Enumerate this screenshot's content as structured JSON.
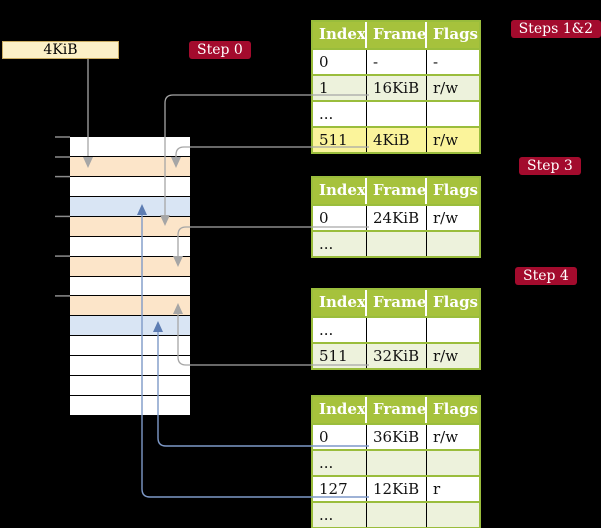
{
  "page_size_box": {
    "label": "4KiB"
  },
  "step_labels": {
    "step0": "Step 0",
    "steps12": "Steps 1&2",
    "step3": "Step 3",
    "step4": "Step 4"
  },
  "memory_stack": {
    "description": "physical memory divided into 4KiB frames",
    "rows": [
      {
        "fill": "white"
      },
      {
        "fill": "peach"
      },
      {
        "fill": "white"
      },
      {
        "fill": "blue"
      },
      {
        "fill": "peach"
      },
      {
        "fill": "white"
      },
      {
        "fill": "peach"
      },
      {
        "fill": "white"
      },
      {
        "fill": "peach"
      },
      {
        "fill": "blue"
      },
      {
        "fill": "white"
      },
      {
        "fill": "white"
      },
      {
        "fill": "white"
      },
      {
        "fill": "white"
      }
    ]
  },
  "tables": [
    {
      "id": "pt-steps12",
      "headers": [
        "Index",
        "Frame",
        "Flags"
      ],
      "rows": [
        {
          "cells": [
            "0",
            "-",
            "-"
          ],
          "tint": false,
          "highlight": false
        },
        {
          "cells": [
            "1",
            "16KiB",
            "r/w"
          ],
          "tint": true,
          "highlight": false
        },
        {
          "cells": [
            "...",
            "",
            ""
          ],
          "tint": false,
          "highlight": false
        },
        {
          "cells": [
            "511",
            "4KiB",
            "r/w"
          ],
          "tint": true,
          "highlight": true
        }
      ]
    },
    {
      "id": "pt-step3",
      "headers": [
        "Index",
        "Frame",
        "Flags"
      ],
      "rows": [
        {
          "cells": [
            "0",
            "24KiB",
            "r/w"
          ],
          "tint": false,
          "highlight": false
        },
        {
          "cells": [
            "...",
            "",
            ""
          ],
          "tint": true,
          "highlight": false
        }
      ]
    },
    {
      "id": "pt-step4",
      "headers": [
        "Index",
        "Frame",
        "Flags"
      ],
      "rows": [
        {
          "cells": [
            "...",
            "",
            ""
          ],
          "tint": false,
          "highlight": false
        },
        {
          "cells": [
            "511",
            "32KiB",
            "r/w"
          ],
          "tint": true,
          "highlight": false
        }
      ]
    },
    {
      "id": "pt-final",
      "headers": [
        "Index",
        "Frame",
        "Flags"
      ],
      "rows": [
        {
          "cells": [
            "0",
            "36KiB",
            "r/w"
          ],
          "tint": false,
          "highlight": false
        },
        {
          "cells": [
            "...",
            "",
            ""
          ],
          "tint": true,
          "highlight": false
        },
        {
          "cells": [
            "127",
            "12KiB",
            "r"
          ],
          "tint": false,
          "highlight": false
        },
        {
          "cells": [
            "...",
            "",
            ""
          ],
          "tint": true,
          "highlight": false
        }
      ]
    }
  ],
  "palette": {
    "background": "#000000",
    "table_header_bg": "#A6C23C",
    "table_border": "#9ABD3C",
    "table_row_tint": "#EDF2DC",
    "highlight_yellow": "#FBF49B",
    "frame_peach": "#FCE5C9",
    "frame_blue": "#D9E5F4",
    "label_red_bg": "#A30B2D",
    "cream_box_bg": "#FBF0C7",
    "connector_gray": "#A6A6A6",
    "connector_blue": "#7E99C8"
  }
}
